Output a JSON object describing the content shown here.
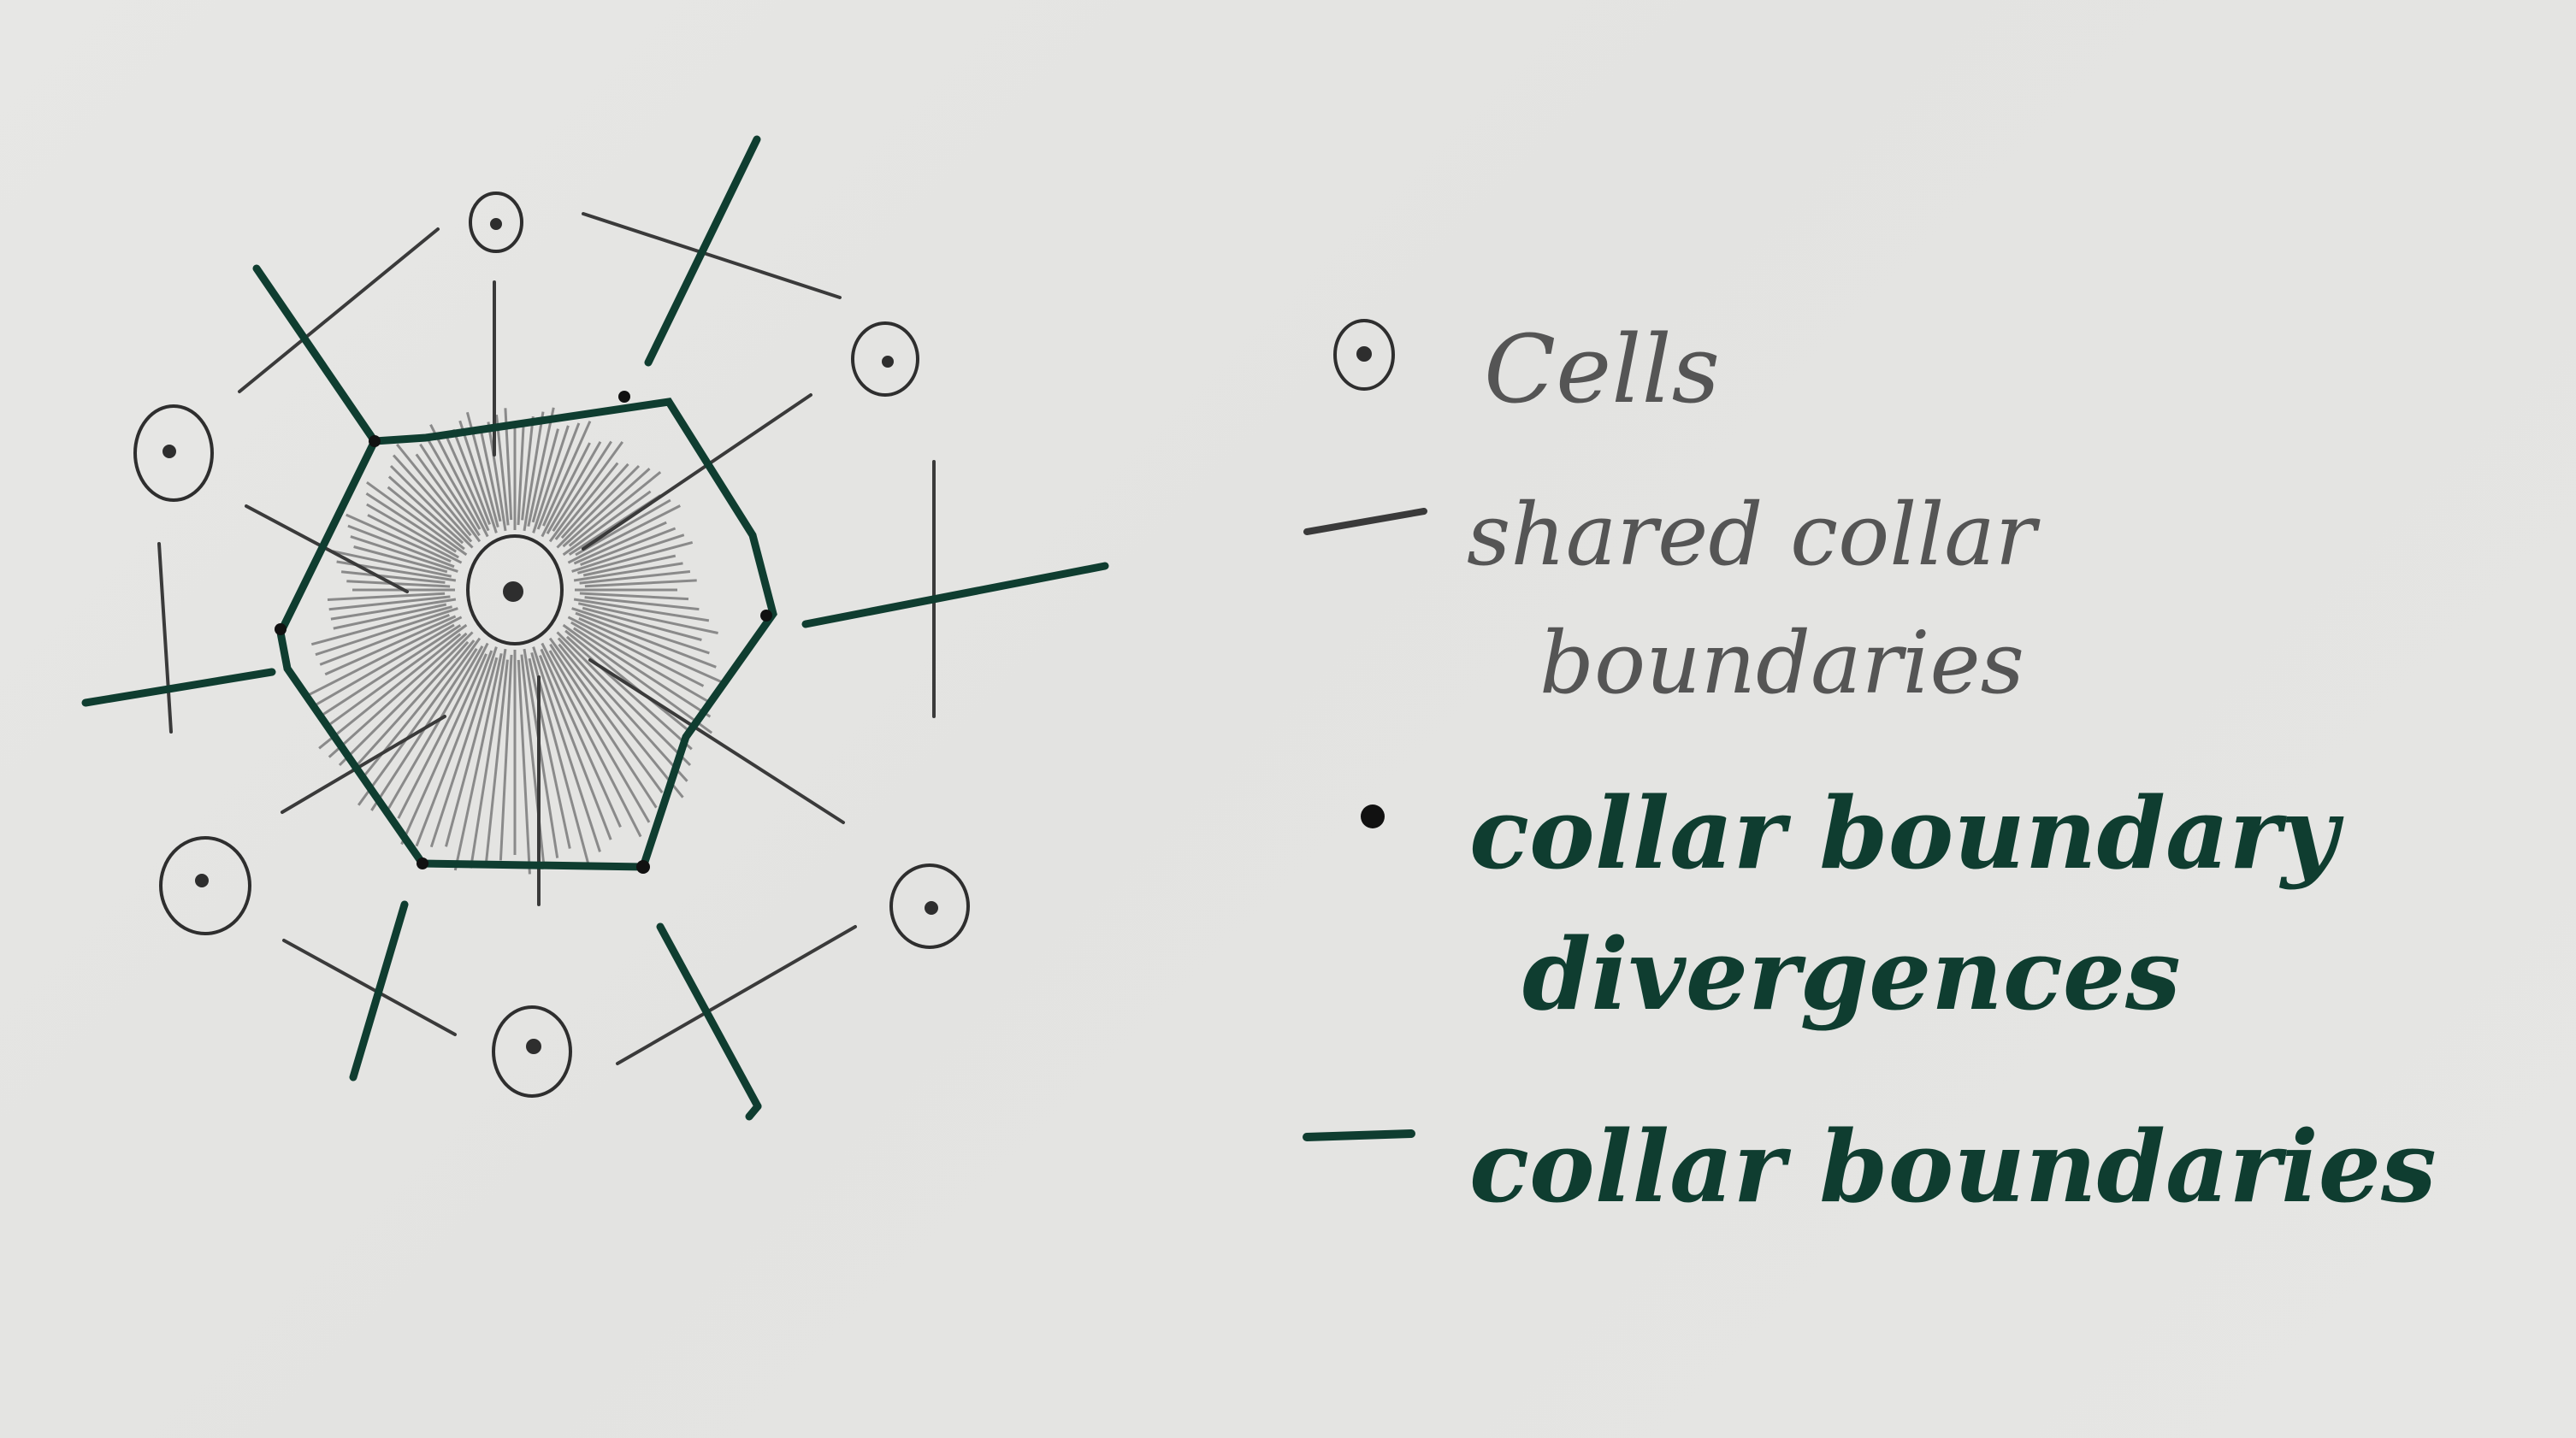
{
  "colors": {
    "paper": "#e5e5e3",
    "pencil": "#3a3a3a",
    "ink_green": "#0f3d30"
  },
  "legend": {
    "cells": {
      "line1": "Cells",
      "icon": "cell-icon"
    },
    "shared": {
      "line1": "shared collar",
      "line2": "boundaries",
      "icon": "thin-line-icon"
    },
    "divergence": {
      "line1": "collar boundary",
      "line2": "divergences",
      "icon": "dot-icon"
    },
    "boundaries": {
      "line1": "collar boundaries",
      "icon": "thick-line-icon"
    }
  }
}
